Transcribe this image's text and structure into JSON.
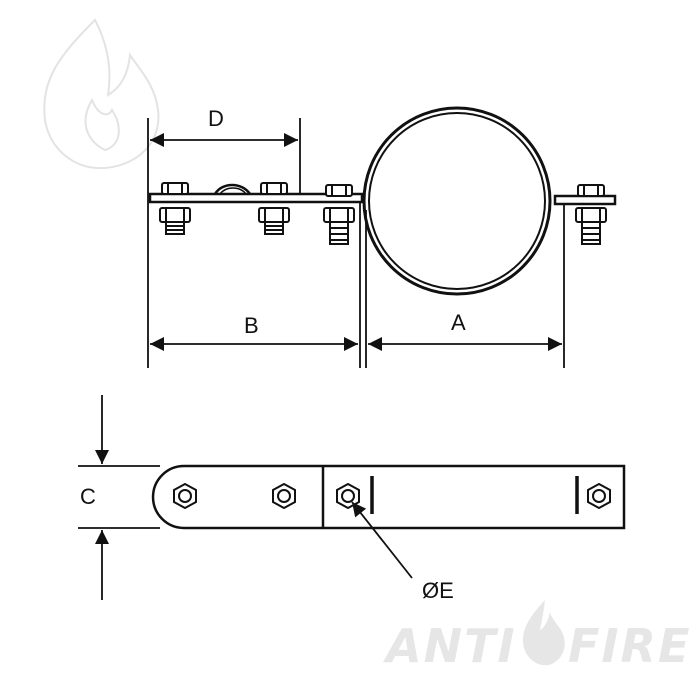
{
  "drawing": {
    "labels": {
      "a": "A",
      "b": "B",
      "c": "C",
      "d": "D",
      "e": "ØE"
    }
  },
  "watermark": {
    "brand_left": "ANTI",
    "brand_right": "FIRE"
  },
  "colors": {
    "line": "#111111",
    "watermark": "#e6e6e6"
  }
}
